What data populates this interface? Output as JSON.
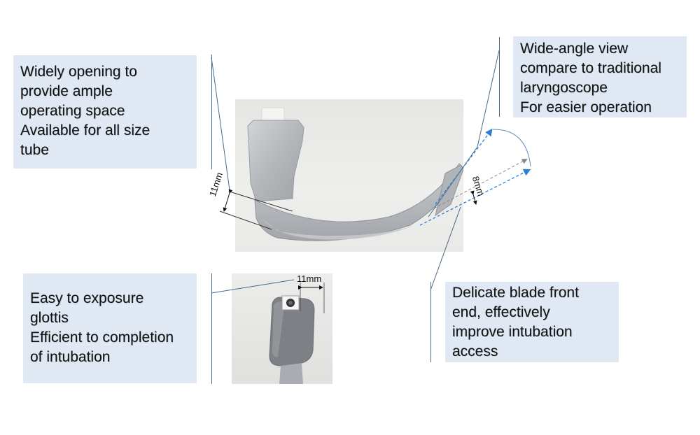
{
  "callouts": {
    "top_left": {
      "lines": [
        "Widely opening to",
        "provide ample",
        "operating space",
        "Available for all size",
        "tube"
      ]
    },
    "top_right": {
      "lines": [
        "Wide-angle view",
        "compare to traditional",
        "laryngoscope",
        "For easier operation"
      ]
    },
    "bottom_left": {
      "lines": [
        "Easy to exposure",
        "glottis",
        "Efficient to completion",
        "of intubation"
      ]
    },
    "bottom_right": {
      "lines": [
        "Delicate blade front",
        "end, effectively",
        "improve intubation",
        "access"
      ]
    }
  },
  "dimensions": {
    "blade_width": "11mm",
    "tip_thickness": "8mm",
    "tip_width": "11mm"
  },
  "colors": {
    "callout_bg": "#dfe8f3",
    "leader_line": "#4a6a86",
    "arrow_blue": "#2a7fd4",
    "arrow_gray": "#888888",
    "blade_metal": "#b9bcbf"
  }
}
